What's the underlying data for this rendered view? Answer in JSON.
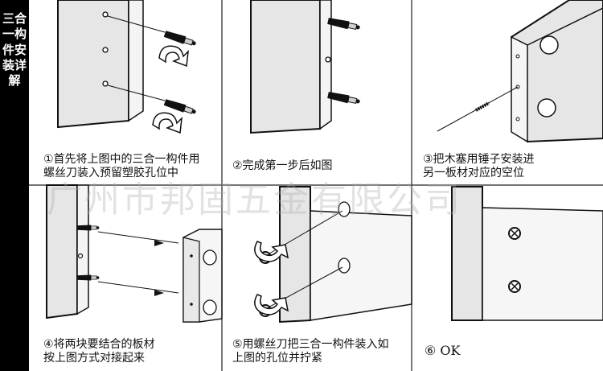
{
  "sidebar": {
    "title": "三合一构件安装详解"
  },
  "steps": [
    {
      "caption": "①首先将上图中的三合一构件用\n螺丝刀装入预留塑胶孔位中"
    },
    {
      "caption": "②完成第一步后如图"
    },
    {
      "caption": "③把木塞用锤子安装进\n另一板材对应的空位"
    },
    {
      "caption": "④将两块要结合的板材\n按上图方式对接起来"
    },
    {
      "caption": "⑤用螺丝刀把三合一构件装入如\n上图的孔位并拧紧"
    },
    {
      "caption": "⑥ OK"
    }
  ],
  "watermark": "广州市邦固五金有限公司",
  "colors": {
    "panel_face": "#e6e6e6",
    "panel_edge": "#f2f2f2",
    "line": "#111111",
    "sidebar_bg": "#000000",
    "sidebar_text": "#ffffff"
  }
}
